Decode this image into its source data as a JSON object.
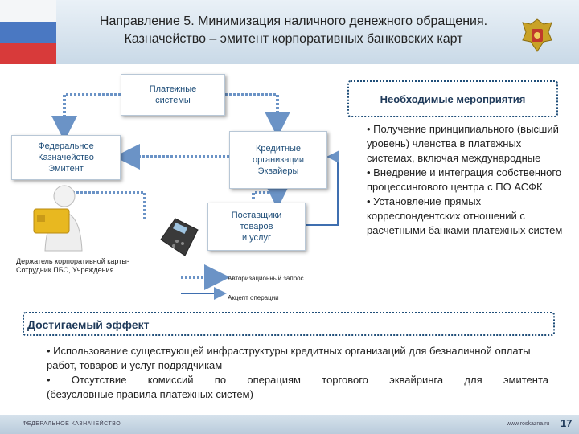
{
  "header": {
    "title_line1": "Направление 5. Минимизация наличного денежного обращения.",
    "title_line2": "Казначейство – эмитент корпоративных банковских карт"
  },
  "diagram": {
    "payment_systems": [
      "Платежные",
      "системы"
    ],
    "treasury": [
      "Федеральное",
      "Казначейство",
      "Эмитент"
    ],
    "credit_orgs": [
      "Кредитные",
      "организации",
      "Эквайеры"
    ],
    "suppliers": [
      "Поставщики",
      "товаров",
      "и услуг"
    ],
    "holder_label": "Держатель корпоративной карты- Сотрудник ПБС, Учреждения",
    "legend_auth": "Авторизационный запрос",
    "legend_accept": "Акцепт операции"
  },
  "measures": {
    "title": "Необходимые мероприятия",
    "items": [
      "• Получение принципиального (высший уровень) членства в платежных системах, включая международные",
      "• Внедрение и интеграция собственного процессингового центра с ПО АСФК",
      "• Установление прямых корреспондентских отношений с расчетными банками платежных систем"
    ]
  },
  "effect": {
    "title": "Достигаемый эффект",
    "item1": "• Использование существующей инфраструктуры кредитных организаций для безналичной оплаты работ, товаров и услуг подрядчикам",
    "item2_line1": "• Отсутствие комиссий по операциям торгового эквайринга для эмитента",
    "item2_line2": "(безусловные правила платежных систем)"
  },
  "footer": {
    "left": "ФЕДЕРАЛЬНОЕ КАЗНАЧЕЙСТВО",
    "right": "www.roskazna.ru",
    "page": "17"
  },
  "colors": {
    "arrow_blue": "#6b93c6",
    "accent_dark": "#1f4e79"
  },
  "icons": [
    "russian-flag-icon",
    "emblem-icon",
    "person-icon",
    "card-icon",
    "pos-terminal-icon"
  ]
}
